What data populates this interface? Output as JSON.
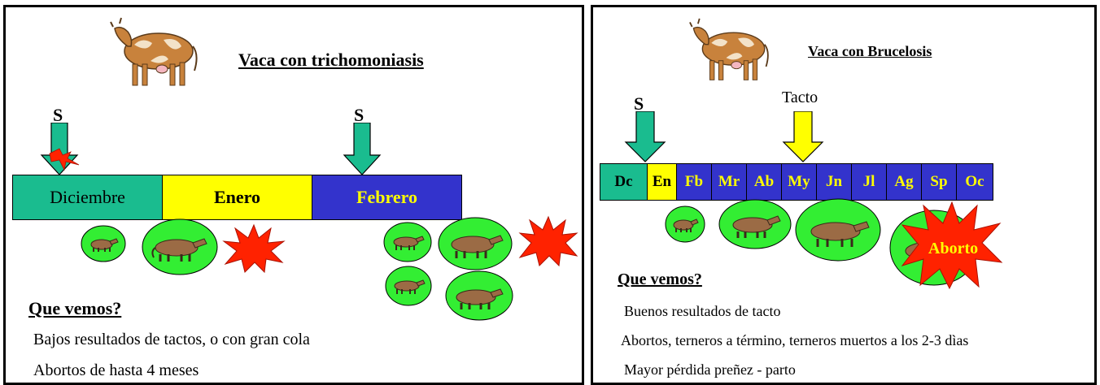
{
  "left": {
    "title": "Vaca con trichomoniasis",
    "s_label_1": "S",
    "s_label_2": "S",
    "months": [
      "Diciembre",
      "Enero",
      "Febrero"
    ],
    "question": "Que vemos?",
    "lines": [
      "Bajos  resultados de tactos, o con gran cola",
      "Abortos de  hasta 4 meses"
    ]
  },
  "right": {
    "title": "Vaca con Brucelosis",
    "s_label": "S",
    "tacto_label": "Tacto",
    "months": [
      "Dc",
      "En",
      "Fb",
      "Mr",
      "Ab",
      "My",
      "Jn",
      "Jl",
      "Ag",
      "Sp",
      "Oc"
    ],
    "aborto_label": "Aborto",
    "question": "Que vemos?",
    "lines": [
      "Buenos resultados de tacto",
      "Abortos, terneros a término, terneros muertos a los 2-3 dìas",
      "Mayor pérdida preñez - parto"
    ]
  },
  "colors": {
    "teal": "#1ABC8F",
    "yellow": "#FFFF00",
    "blue": "#3333CC",
    "green_bubble": "#33EE33",
    "red_burst": "#FF2200",
    "cow_brown": "#9B6B45"
  },
  "icons": [
    "cow-icon",
    "down-arrow-icon",
    "lightning-icon",
    "fetus-icon",
    "starburst-icon"
  ]
}
